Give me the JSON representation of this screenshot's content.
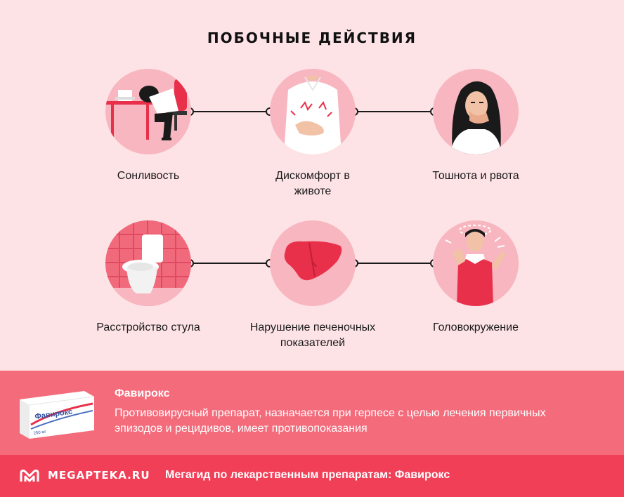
{
  "page": {
    "title": "ПОБОЧНЫЕ ДЕЙСТВИЯ"
  },
  "side_effects": [
    {
      "label": "Сонливость",
      "icon": "sleepy-person-icon"
    },
    {
      "label": "Дискомфорт в животе",
      "icon": "stomach-pain-icon"
    },
    {
      "label": "Тошнота и рвота",
      "icon": "nausea-icon"
    },
    {
      "label": "Расстройство стула",
      "icon": "toilet-icon"
    },
    {
      "label": "Нарушение печеночных показателей",
      "icon": "liver-icon"
    },
    {
      "label": "Головокружение",
      "icon": "dizzy-person-icon"
    }
  ],
  "product": {
    "name": "Фавирокс",
    "description": "Противовирусный препарат, назначается при герпесе с целью лечения первичных эпизодов и рецидивов, имеет противопоказания",
    "pack_brand": "Фавирокс",
    "pack_dose": "250 мг"
  },
  "footer": {
    "logo": "MEGAPTEKA.RU",
    "text": "Мегагид по лекарственным препаратам: Фавирокс"
  },
  "colors": {
    "background": "#fde3e6",
    "circle": "#f8b6c0",
    "product_band": "#f46b7b",
    "footer_band": "#f23f58"
  }
}
